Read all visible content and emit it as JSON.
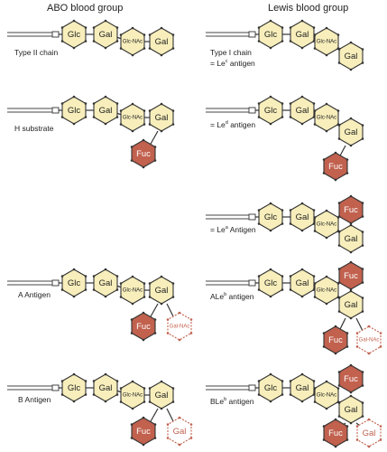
{
  "headers": {
    "left": "ABO blood group",
    "right": "Lewis blood group"
  },
  "sugars": {
    "glc": "Glc",
    "gal": "Gal",
    "glcnac": "Glc-NAc",
    "fuc": "Fuc",
    "galnac": "Gal-NAc"
  },
  "labels": {
    "type2": "Type II chain",
    "h_substrate": "H substrate",
    "a_antigen": "A Antigen",
    "b_antigen": "B Antigen",
    "type1_line1": "Type I chain",
    "type1_line2_prefix": "= Le",
    "type1_line2_sup": "c",
    "type1_line2_suffix": " antigen",
    "led_prefix": "= Le",
    "led_sup": "d",
    "led_suffix": " antigen",
    "lea_prefix": "= Le",
    "lea_sup": "a",
    "lea_suffix": " Antigen",
    "aleb_prefix": "ALe",
    "aleb_sup": "b",
    "aleb_suffix": " antigen",
    "bleb_prefix": "BLe",
    "bleb_sup": "b",
    "bleb_suffix": " antigen"
  },
  "colors": {
    "sugar_fill": "#f7eebb",
    "fucose_fill": "#c1614e",
    "outline": "#333333",
    "added_outline": "#c1614e"
  }
}
